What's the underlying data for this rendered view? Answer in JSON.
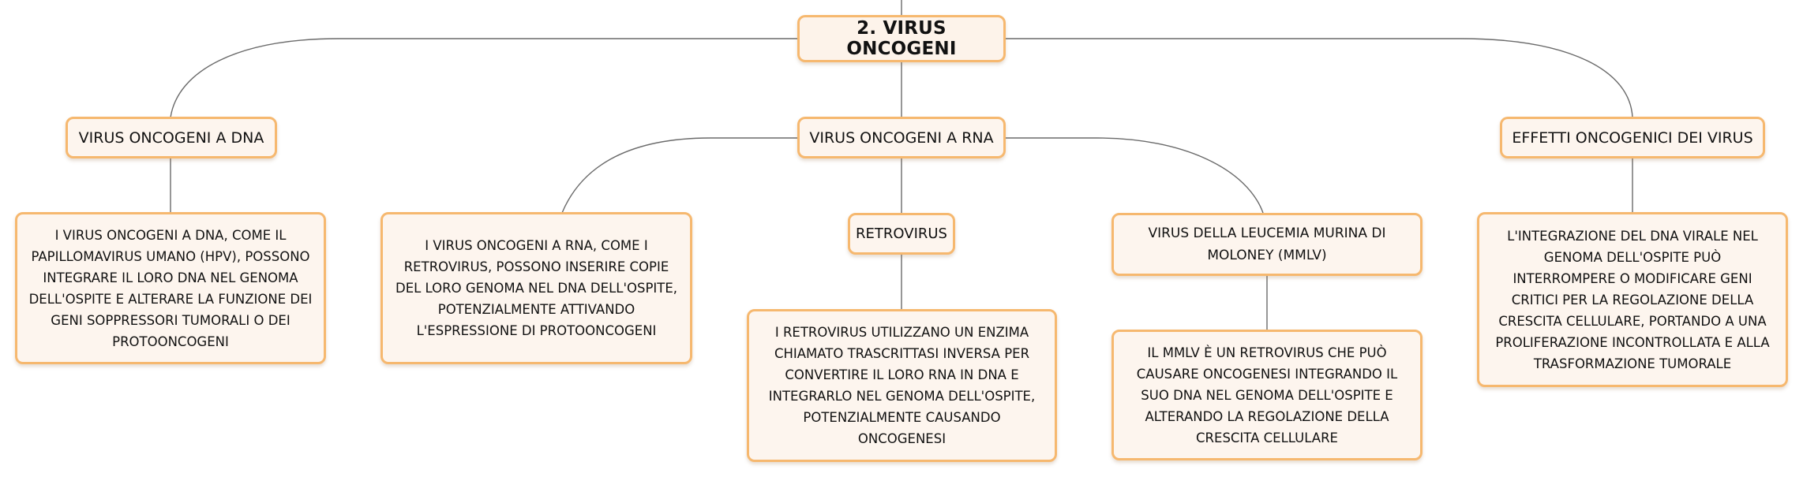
{
  "root": {
    "label": "2. VIRUS ONCOGENI"
  },
  "branches": {
    "dna": {
      "label": "VIRUS ONCOGENI A DNA",
      "detail": "I VIRUS ONCOGENI A DNA, COME IL PAPILLOMAVIRUS UMANO (HPV), POSSONO INTEGRARE IL LORO DNA NEL GENOMA DELL'OSPITE E ALTERARE LA FUNZIONE DEI GENI SOPPRESSORI TUMORALI O DEI PROTOONCOGENI"
    },
    "rna": {
      "label": "VIRUS ONCOGENI A RNA",
      "detail": "I VIRUS ONCOGENI A RNA, COME I RETROVIRUS, POSSONO INSERIRE COPIE DEL LORO GENOMA NEL DNA DELL'OSPITE, POTENZIALMENTE ATTIVANDO L'ESPRESSIONE DI PROTOONCOGENI",
      "retrovirus": {
        "label": "RETROVIRUS",
        "detail": "I RETROVIRUS UTILIZZANO UN ENZIMA CHIAMATO TRASCRITTASI INVERSA PER CONVERTIRE IL LORO RNA IN DNA E INTEGRARLO NEL GENOMA DELL'OSPITE, POTENZIALMENTE CAUSANDO ONCOGENESI"
      },
      "mmlv": {
        "label": "VIRUS DELLA LEUCEMIA MURINA DI MOLONEY (MMLV)",
        "detail": "IL MMLV È UN RETROVIRUS CHE PUÒ CAUSARE ONCOGENESI INTEGRANDO IL SUO DNA NEL GENOMA DELL'OSPITE E ALTERANDO LA REGOLAZIONE DELLA CRESCITA CELLULARE"
      }
    },
    "effects": {
      "label": "EFFETTI ONCOGENICI DEI VIRUS",
      "detail": "L'INTEGRAZIONE DEL DNA VIRALE NEL GENOMA DELL'OSPITE PUÒ INTERROMPERE O MODIFICARE GENI CRITICI PER LA REGOLAZIONE DELLA CRESCITA CELLULARE, PORTANDO A UNA PROLIFERAZIONE INCONTROLLATA E ALLA TRASFORMAZIONE TUMORALE"
    }
  },
  "colors": {
    "node_border": "#f6b86f",
    "node_fill": "#fdf5ee",
    "connector": "#6a6a6a"
  }
}
